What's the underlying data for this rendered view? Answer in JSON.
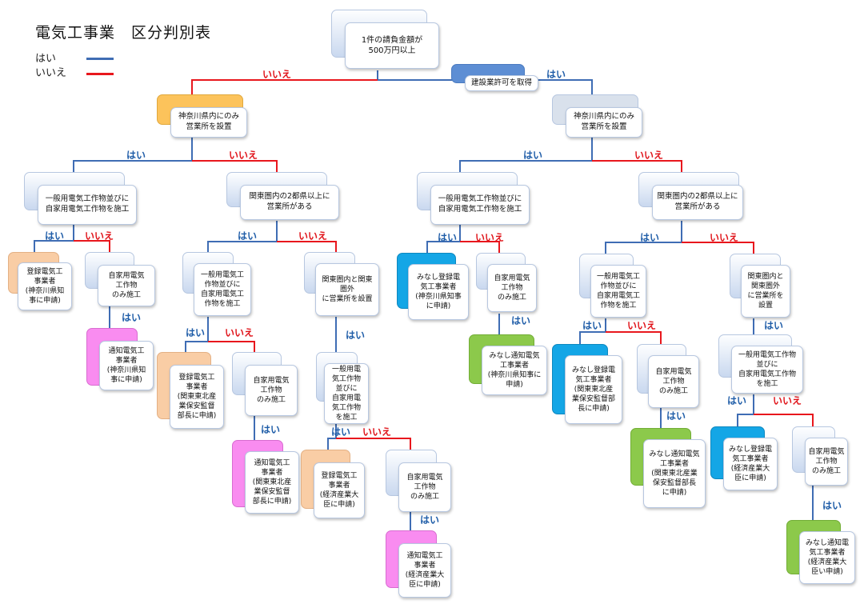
{
  "title": "電気工事業　区分判別表",
  "legend": {
    "yes": "はい",
    "no": "いいえ",
    "yes_color": "#3f6db4",
    "no_color": "#e8171d"
  },
  "yes": "はい",
  "no": "いいえ",
  "nodes": {
    "root": "1件の請負金額が\n500万円以上",
    "permit": "建設業許可を取得",
    "kanagawa_l": "神奈川県内にのみ\n営業所を設置",
    "kanagawa_r": "神奈川県内にのみ\n営業所を設置",
    "l_gen": "一般用電気工作物並びに\n自家用電気工作物を施工",
    "l_kanto": "関東圏内の2都県以上に\n営業所がある",
    "r_gen": "一般用電気工作物並びに\n自家用電気工作物を施工",
    "r_kanto": "関東圏内の2都県以上に\n営業所がある",
    "n_reg_kana": "登録電気工\n事業者\n(神奈川県知\n事に申請)",
    "n_selfonly_1": "自家用電気\n工作物\nのみ施工",
    "n_notif_kana": "通知電気工\n事業者\n(神奈川県知\n事に申請)",
    "n_gen_2": "一般用電気工\n作物並びに\n自家用電気工\n作物を施工",
    "n_kanto_outside": "関東圏内と関東\n圏外\nに営業所を設置",
    "n_reg_kanto": "登録電気工\n事業者\n(関東東北産\n業保安監督\n部長に申請)",
    "n_selfonly_2": "自家用電気\n工作物\nのみ施工",
    "n_notif_kanto": "通知電気工\n事業者\n(関東東北産\n業保安監督\n部長に申請)",
    "n_gen_3": "一般用電\n気工作物\n並びに\n自家用電\n気工作物\nを施工",
    "n_reg_meti": "登録電気工\n事業者\n(経済産業大\n臣に申請)",
    "n_selfonly_3": "自家用電気\n工作物\nのみ施工",
    "n_notif_meti": "通知電気工\n事業者\n(経済産業大\n臣に申請)",
    "n_mreg_kana": "みなし登録電\n気工事業者\n(神奈川県知事\nに申請)",
    "n_selfonly_4": "自家用電気\n工作物\nのみ施工",
    "n_mnotif_kana": "みなし通知電気\n工事業者\n(神奈川県知事に\n申請)",
    "n_gen_4": "一般用電気工\n作物並びに\n自家用電気工\n作物を施工",
    "n_kanto_outside2": "関東圏内と\n関東圏外\nに営業所を\n設置",
    "n_mreg_kanto": "みなし登録電\n気工事業者\n(関東東北産\n業保安監督部\n長に申請)",
    "n_selfonly_5": "自家用電気\n工作物\nのみ施工",
    "n_mnotif_kanto": "みなし通知電気\n工事業者\n(関東東北産業\n保安監督部長\nに申請)",
    "n_gen_5": "一般用電気工作物\n並びに\n自家用電気工作物\nを施工",
    "n_mreg_meti": "みなし登録電\n気工事業者\n(経済産業大\n臣に申請)",
    "n_selfonly_6": "自家用電気\n工作物\nのみ施工",
    "n_mnotif_meti": "みなし通知電\n気工事業者\n(経済産業大\n臣い申請)"
  },
  "colors": {
    "blue_line": "#3f6db4",
    "red_line": "#e8171d",
    "orange": "#fcc35b",
    "peach": "#f9cda5",
    "pink": "#f98cf0",
    "cyan": "#14a6e6",
    "green": "#8cc94b",
    "steel": "#5d8ed4",
    "gray": "#d9e1ec"
  }
}
